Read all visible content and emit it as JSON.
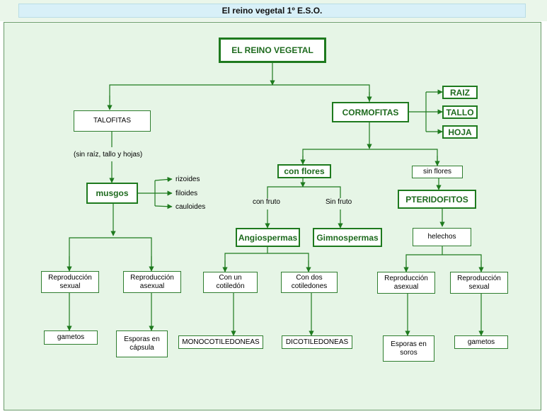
{
  "header": {
    "title": "El reino vegetal   1º   E.S.O."
  },
  "nodes": {
    "root": "EL REINO VEGETAL",
    "talofitas": "TALOFITAS",
    "cormofitas": "CORMOFITAS",
    "raiz": "RAIZ",
    "tallo": "TALLO",
    "hoja": "HOJA",
    "musgos": "musgos",
    "con_flores": "con flores",
    "sin_flores": "sin flores",
    "pteridofitos": "PTERIDOFITOS",
    "angiospermas": "Angiospermas",
    "gimnospermas": "Gimnospermas",
    "helechos": "helechos",
    "musgos_rep_sexual": "Reproducción sexual",
    "musgos_rep_asexual": "Reproducción asexual",
    "con_un_cotiledon": "Con un cotiledón",
    "con_dos_cotiledones": "Con dos cotiledones",
    "pter_rep_asexual": "Reproducción asexual",
    "pter_rep_sexual": "Reproducción sexual",
    "musgos_gametos": "gametos",
    "musgos_esporas": "Esporas en cápsula",
    "monocotiledoneas": "MONOCOTILEDONEAS",
    "dicotiledoneas": "DICOTILEDONEAS",
    "pter_esporas": "Esporas en soros",
    "pter_gametos": "gametos"
  },
  "labels": {
    "sin_raiz": "(sin raíz, tallo y hojas)",
    "rizoides": "rizoides",
    "filoides": "filoides",
    "cauloides": "cauloides",
    "con_fruto": "con fruto",
    "sin_fruto": "Sin fruto"
  },
  "colors": {
    "line": "#1e7a1e",
    "background": "#e6f5e6",
    "title_bar": "#d8f0f8"
  }
}
